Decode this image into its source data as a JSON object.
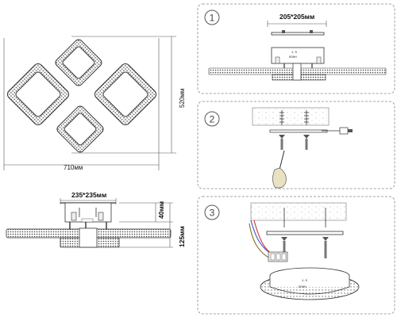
{
  "top_view": {
    "width_label": "710мм",
    "height_label": "520мм"
  },
  "side_view": {
    "mount_label": "235*235мм",
    "depth_label": "40мм",
    "height_label": "125мм"
  },
  "panels": [
    {
      "number": "1",
      "mount_label": "205*205мм"
    },
    {
      "number": "2"
    },
    {
      "number": "3"
    }
  ]
}
